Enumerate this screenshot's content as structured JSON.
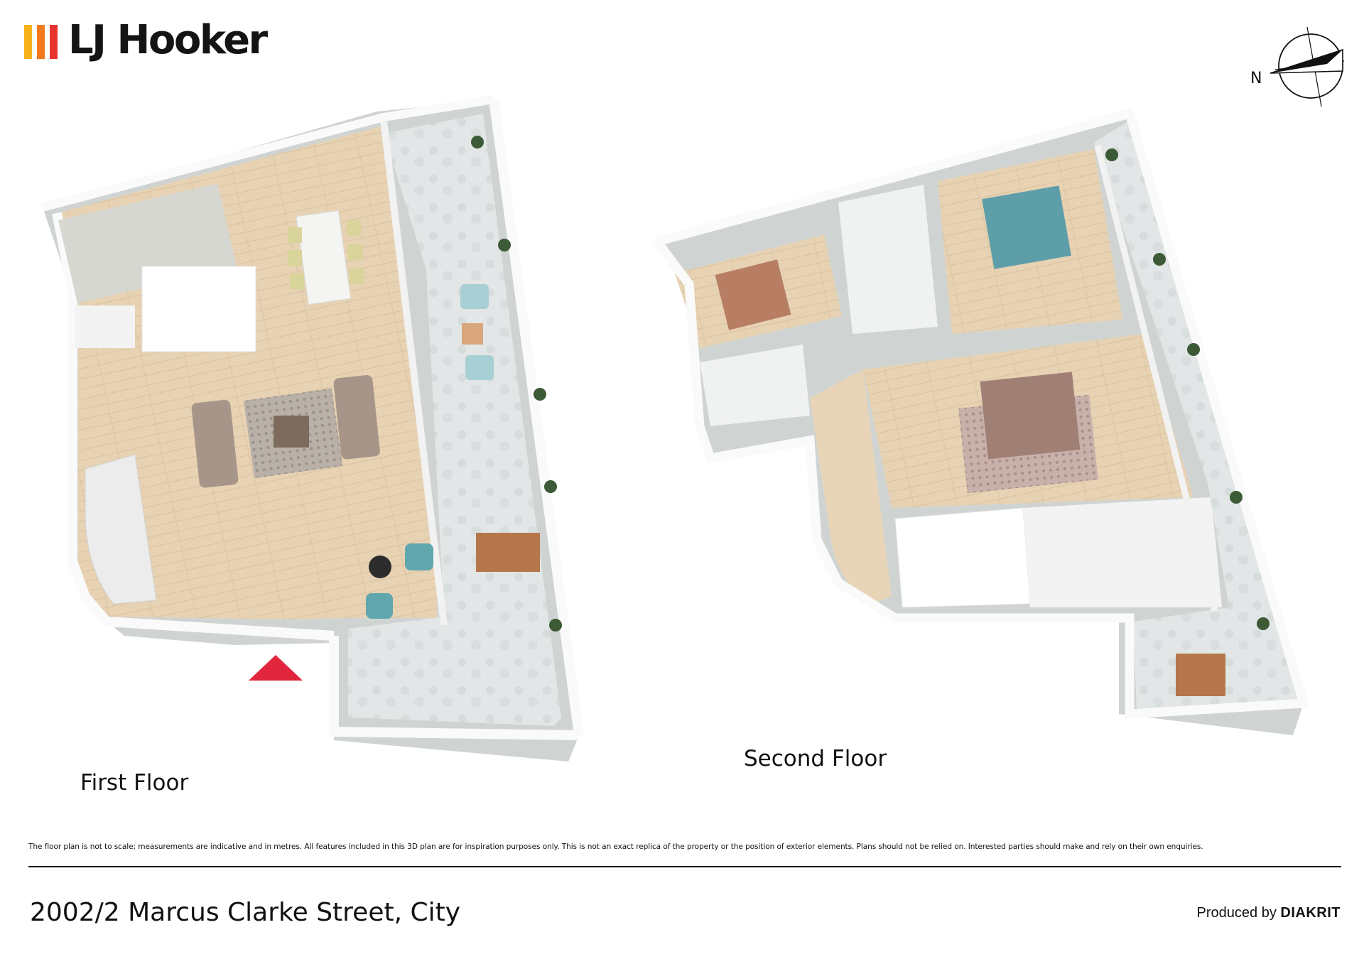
{
  "brand": {
    "name": "LJ Hooker",
    "bar_colors": [
      "#f7b21b",
      "#f27a1d",
      "#e8322e"
    ]
  },
  "compass": {
    "label": "N"
  },
  "floors": [
    {
      "label": "First Floor"
    },
    {
      "label": "Second Floor"
    }
  ],
  "entrance_marker_color": "#e0253c",
  "disclaimer": "The floor plan is not to scale; measurements are indicative and in metres. All features included in this 3D plan are for inspiration purposes only. This is not an exact replica of the property or the position of exterior elements. Plans should not be relied on. Interested parties should make and rely on their own enquiries.",
  "address": "2002/2 Marcus Clarke Street, City",
  "producer": {
    "prefix": "Produced by",
    "brand": "DIAKRIT"
  },
  "colors": {
    "wood_floor": "#e7d2b3",
    "tile_floor": "#eef0f0",
    "wall": "#fafafa",
    "wall_shade": "#d6dad9",
    "balcony": "#dfe3e3"
  }
}
